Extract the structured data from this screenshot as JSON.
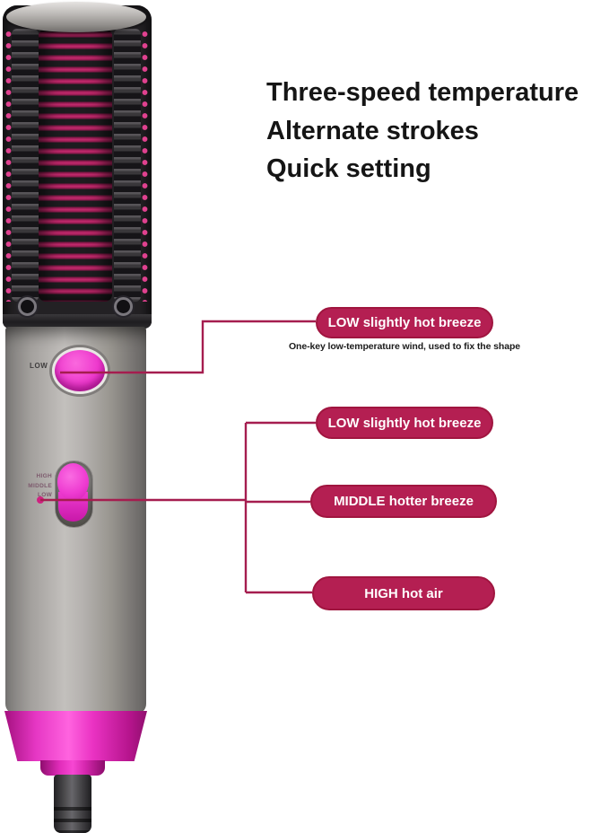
{
  "title": {
    "lines": [
      "Three-speed temperature",
      "Alternate strokes",
      "Quick setting"
    ],
    "color": "#151515"
  },
  "product": {
    "type": "hot-air styling brush",
    "low_button_label": "LOW",
    "switch_labels": [
      "HIGH",
      "MIDDLE",
      "LOW"
    ],
    "colors": {
      "body_silver": "#aba8a5",
      "head_dark": "#232124",
      "bristle_magenta": "#c62a6e",
      "accent_pink": "#ee3bd1",
      "base_pink": "#ea32c3",
      "cord_gray": "#4b4a4d"
    }
  },
  "callouts": {
    "connector_color": "#a51d4f",
    "pill_bg": "#b41f52",
    "pill_text_color": "#ffffff",
    "low_button": {
      "label": "LOW slightly hot breeze",
      "caption": "One-key low-temperature wind, used to fix the shape"
    },
    "switch": [
      {
        "label": "LOW slightly hot breeze"
      },
      {
        "label": "MIDDLE hotter breeze"
      },
      {
        "label": "HIGH hot air"
      }
    ]
  }
}
